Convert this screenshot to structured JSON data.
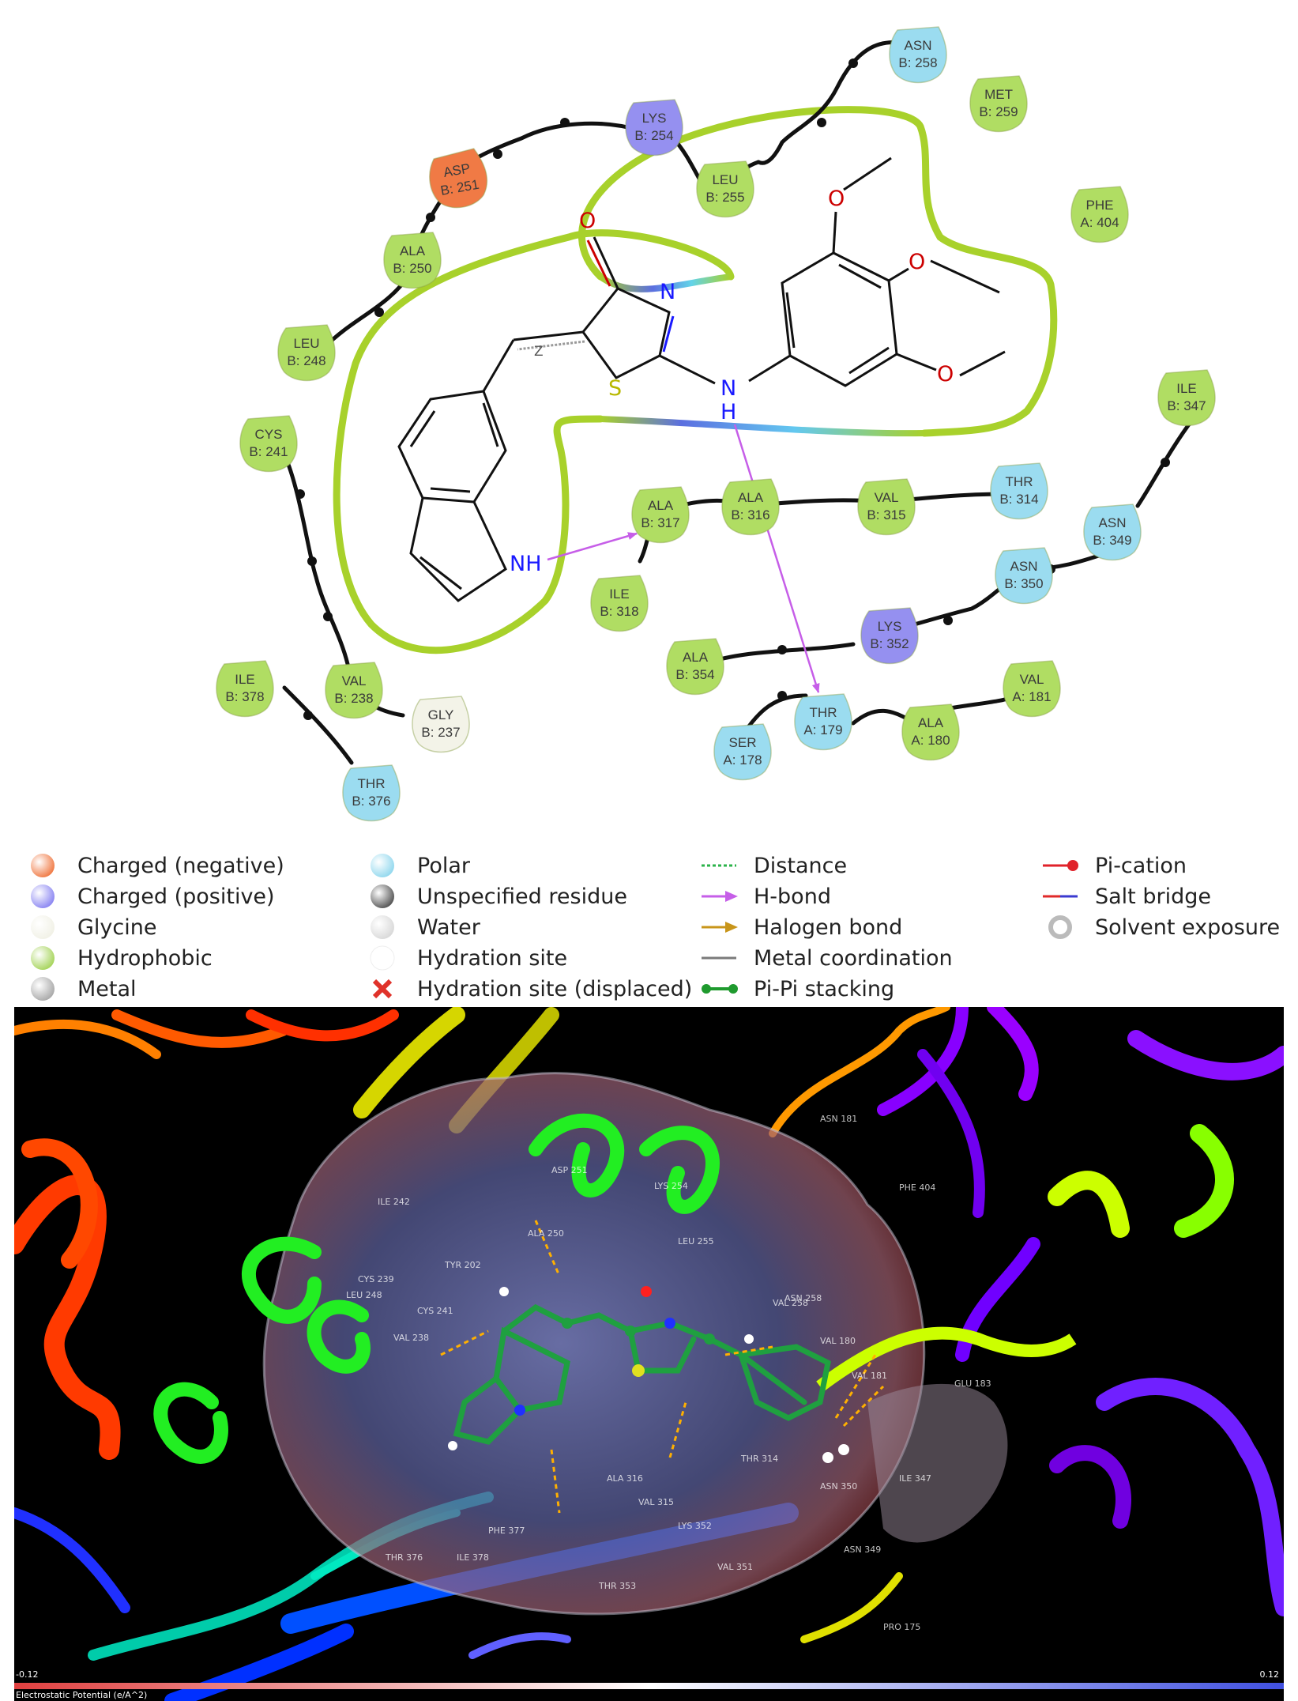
{
  "residues": [
    {
      "id": "asn258",
      "name": "ASN",
      "num": "B: 258",
      "type": "polar"
    },
    {
      "id": "met259",
      "name": "MET",
      "num": "B: 259",
      "type": "hydrophobic"
    },
    {
      "id": "lys254",
      "name": "LYS",
      "num": "B: 254",
      "type": "positive"
    },
    {
      "id": "leu255",
      "name": "LEU",
      "num": "B: 255",
      "type": "hydrophobic"
    },
    {
      "id": "asp251",
      "name": "ASP",
      "num": "B: 251",
      "type": "negative"
    },
    {
      "id": "ala250",
      "name": "ALA",
      "num": "B: 250",
      "type": "hydrophobic"
    },
    {
      "id": "leu248",
      "name": "LEU",
      "num": "B: 248",
      "type": "hydrophobic"
    },
    {
      "id": "phe404",
      "name": "PHE",
      "num": "A: 404",
      "type": "hydrophobic"
    },
    {
      "id": "cys241",
      "name": "CYS",
      "num": "B: 241",
      "type": "hydrophobic"
    },
    {
      "id": "ile347",
      "name": "ILE",
      "num": "B: 347",
      "type": "hydrophobic"
    },
    {
      "id": "ala317",
      "name": "ALA",
      "num": "B: 317",
      "type": "hydrophobic"
    },
    {
      "id": "ala316",
      "name": "ALA",
      "num": "B: 316",
      "type": "hydrophobic"
    },
    {
      "id": "val315",
      "name": "VAL",
      "num": "B: 315",
      "type": "hydrophobic"
    },
    {
      "id": "thr314",
      "name": "THR",
      "num": "B: 314",
      "type": "polar"
    },
    {
      "id": "asn349",
      "name": "ASN",
      "num": "B: 349",
      "type": "polar"
    },
    {
      "id": "asn350",
      "name": "ASN",
      "num": "B: 350",
      "type": "polar"
    },
    {
      "id": "ile318",
      "name": "ILE",
      "num": "B: 318",
      "type": "hydrophobic"
    },
    {
      "id": "lys352",
      "name": "LYS",
      "num": "B: 352",
      "type": "positive"
    },
    {
      "id": "ala354",
      "name": "ALA",
      "num": "B: 354",
      "type": "hydrophobic"
    },
    {
      "id": "ile378",
      "name": "ILE",
      "num": "B: 378",
      "type": "hydrophobic"
    },
    {
      "id": "val238",
      "name": "VAL",
      "num": "B: 238",
      "type": "hydrophobic"
    },
    {
      "id": "gly237",
      "name": "GLY",
      "num": "B: 237",
      "type": "glycine"
    },
    {
      "id": "thr179",
      "name": "THR",
      "num": "A: 179",
      "type": "polar"
    },
    {
      "id": "val181",
      "name": "VAL",
      "num": "A: 181",
      "type": "hydrophobic"
    },
    {
      "id": "ala180",
      "name": "ALA",
      "num": "A: 180",
      "type": "hydrophobic"
    },
    {
      "id": "ser178",
      "name": "SER",
      "num": "A: 178",
      "type": "polar"
    },
    {
      "id": "thr376",
      "name": "THR",
      "num": "B: 376",
      "type": "polar"
    }
  ],
  "ligand_labels": {
    "o_carbonyl": "O",
    "n_ring": "N",
    "s_ring": "S",
    "nh_linker_n": "N",
    "nh_linker_h": "H",
    "nh_indole": "NH",
    "z_label": "Z",
    "o_top": "O",
    "o_mid": "O",
    "o_bottom": "O"
  },
  "legend": {
    "col1": [
      {
        "label": "Charged (negative)",
        "icon": "sphere",
        "color": "#f07a45"
      },
      {
        "label": "Charged (positive)",
        "icon": "sphere",
        "color": "#8b86f2"
      },
      {
        "label": "Glycine",
        "icon": "sphere",
        "color": "#f1f1e6"
      },
      {
        "label": "Hydrophobic",
        "icon": "sphere",
        "color": "#a6d45b"
      },
      {
        "label": "Metal",
        "icon": "sphere",
        "color": "#a9a9a9"
      }
    ],
    "col2": [
      {
        "label": "Polar",
        "icon": "sphere",
        "color": "#92d8ee"
      },
      {
        "label": "Unspecified residue",
        "icon": "sphere",
        "color": "#555555"
      },
      {
        "label": "Water",
        "icon": "sphere",
        "color": "#d9d9d9"
      },
      {
        "label": "Hydration site",
        "icon": "sphere-white",
        "color": "#ffffff"
      },
      {
        "label": "Hydration site (displaced)",
        "icon": "cross",
        "color": "#e0322a"
      }
    ],
    "col3": [
      {
        "label": "Distance",
        "icon": "dotted",
        "color": "#2bb34a"
      },
      {
        "label": "H-bond",
        "icon": "arrow",
        "color": "#c65ee8"
      },
      {
        "label": "Halogen bond",
        "icon": "arrow",
        "color": "#c8951a"
      },
      {
        "label": "Metal coordination",
        "icon": "line",
        "color": "#7a7a7a"
      },
      {
        "label": "Pi-Pi stacking",
        "icon": "dumbbell",
        "color": "#1f9a2e"
      }
    ],
    "col4": [
      {
        "label": "Pi-cation",
        "icon": "line-dot",
        "color": "#e0222a"
      },
      {
        "label": "Salt bridge",
        "icon": "line-bicolor",
        "color": "#b02a6a"
      },
      {
        "label": "Solvent exposure",
        "icon": "halo",
        "color": "#bbbbbb"
      }
    ]
  },
  "colors": {
    "negative": "#f07a45",
    "positive": "#9590f0",
    "glycine": "#f3f3e8",
    "hydrophobic": "#b0dd63",
    "polar": "#9bdcf0",
    "pocket": "#a8d12b",
    "hbond": "#c65ee8"
  },
  "view3d": {
    "residue_labels": [
      "ASP 251",
      "LYS 254",
      "ASN 181",
      "PHE 404",
      "ILE 242",
      "ALA 250",
      "LEU 255",
      "TYR 202",
      "CYS 239",
      "CYS 241",
      "VAL 258",
      "VAL 238",
      "VAL 180",
      "VAL 181",
      "GLU 183",
      "ALA 316",
      "VAL 315",
      "LYS 352",
      "THR 314",
      "ASN 350",
      "ILE 347",
      "PHE 377",
      "ASN 349",
      "THR 376",
      "ILE 378",
      "THR 353",
      "VAL 351",
      "PRO 175",
      "LEU 248",
      "ASN 258"
    ],
    "colorbar_min": "-0.12",
    "colorbar_max": "0.12",
    "colorbar_title": "Electrostatic Potential (e/A^2)"
  }
}
